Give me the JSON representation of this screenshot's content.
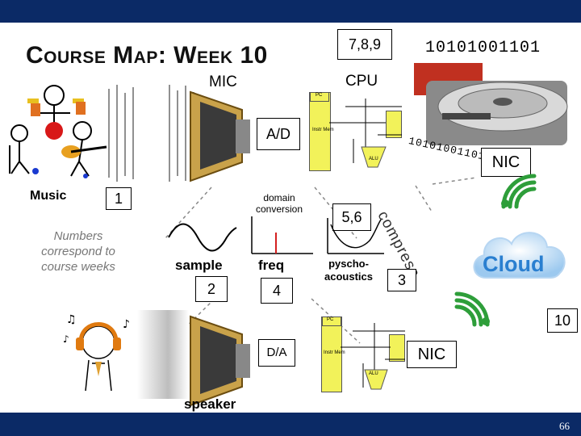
{
  "header": {
    "title": "Course Map: Week 10"
  },
  "footer": {
    "page_number": "66"
  },
  "labels": {
    "weeks_789": "7,8,9",
    "binary_top": "10101001101",
    "mic": "MIC",
    "cpu": "CPU",
    "ad": "A/D",
    "binary_diag": "10101001101",
    "nic_top": "NIC",
    "music": "Music",
    "week_1": "1",
    "domain_conversion": "domain conversion",
    "weeks_56": "5,6",
    "compress": "compress",
    "note": "Numbers correspond to course weeks",
    "sample": "sample",
    "freq": "freq",
    "psychoacoustics": "pyscho-acoustics",
    "week_3": "3",
    "week_2": "2",
    "week_4": "4",
    "cloud": "Cloud",
    "week_10": "10",
    "da": "D/A",
    "nic_bottom": "NIC",
    "speaker": "speaker"
  },
  "chip": {
    "pc": "PC",
    "instr_mem": "Instr Mem",
    "alu": "ALU"
  },
  "colors": {
    "bar": "#0b2a66",
    "chip_yellow": "#f2f25a",
    "cloud_blue": "#2a7fd0",
    "wifi_green": "#2e9e3a"
  }
}
